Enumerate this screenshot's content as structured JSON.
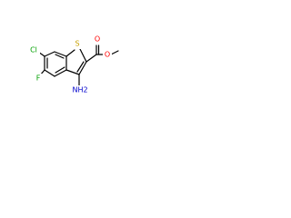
{
  "molecule": {
    "atoms": {
      "s1": {
        "text": "S",
        "color": "#c8a000"
      },
      "cl": {
        "text": "Cl",
        "color": "#00a000"
      },
      "f": {
        "text": "F",
        "color": "#00a000"
      },
      "nh2": {
        "text": "NH2",
        "color": "#0000cc"
      },
      "o1": {
        "text": "O",
        "color": "#ff0000"
      },
      "o2": {
        "text": "O",
        "color": "#ff0000"
      }
    }
  }
}
